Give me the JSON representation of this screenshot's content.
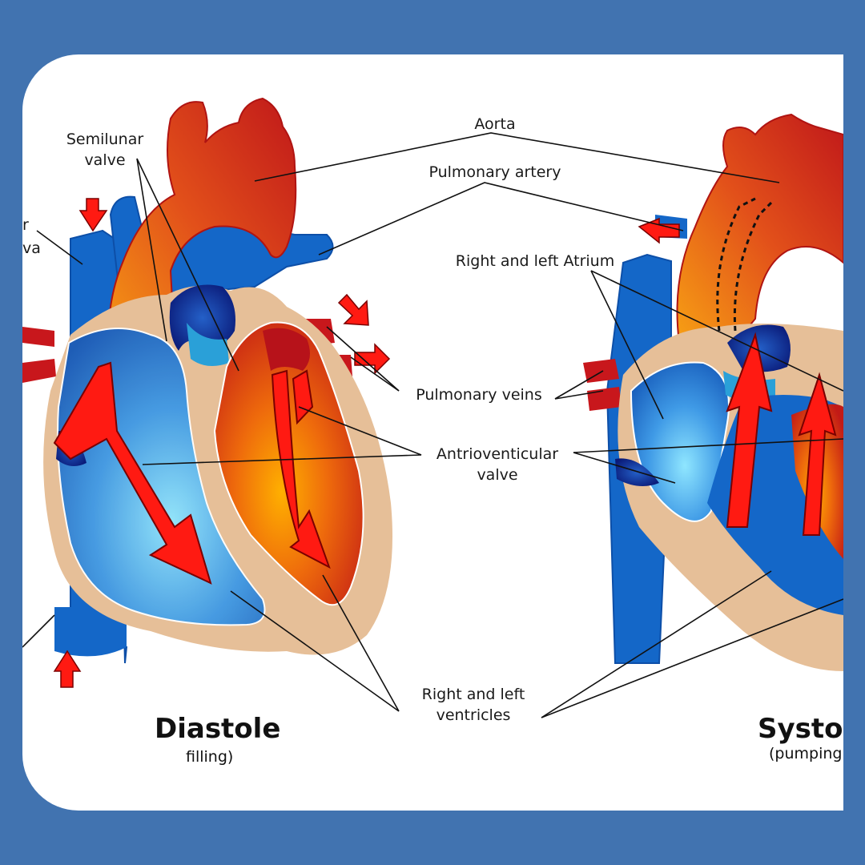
{
  "labels": {
    "aorta": "Aorta",
    "semilunar_valve": "Semilunar\nvalve",
    "pulmonary_artery": "Pulmonary artery",
    "right_left_atrium": "Right and left Atrium",
    "pulmonary_veins": "Pulmonary veins",
    "antrioventicular_valve": "Antrioventicular\nvalve",
    "right_left_ventricles": "Right and left\nventricles",
    "cut_left_upper": "r",
    "cut_left_lower": "va"
  },
  "panels": {
    "diastole": {
      "title": "Diastole",
      "subtitle": "filling)"
    },
    "systole": {
      "title": "Systol",
      "subtitle": "(pumping"
    }
  },
  "colors": {
    "background": "#4173b0",
    "card": "#ffffff",
    "oxygenated": "#c8171c",
    "deoxygenated": "#1565c0",
    "wall": "#e6bf98",
    "arrow": "#ff1a12"
  }
}
